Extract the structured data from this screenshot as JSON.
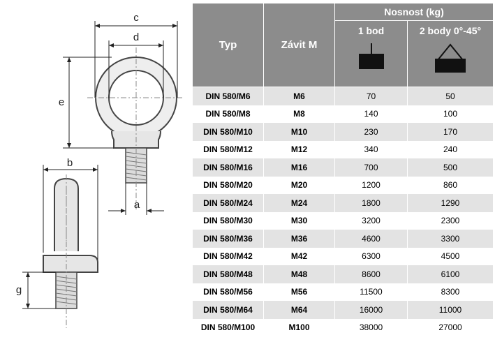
{
  "drawing": {
    "dim_labels": {
      "c": "c",
      "d": "d",
      "e": "e",
      "b": "b",
      "a": "a",
      "g": "g"
    }
  },
  "table": {
    "headers": {
      "type": "Typ",
      "thread": "Závit M",
      "load_capacity": "Nosnost (kg)",
      "one_point": "1 bod",
      "two_points": "2 body 0°-45°"
    },
    "rows": [
      {
        "type": "DIN 580/M6",
        "thread": "M6",
        "one_point": "70",
        "two_points": "50"
      },
      {
        "type": "DIN 580/M8",
        "thread": "M8",
        "one_point": "140",
        "two_points": "100"
      },
      {
        "type": "DIN 580/M10",
        "thread": "M10",
        "one_point": "230",
        "two_points": "170"
      },
      {
        "type": "DIN 580/M12",
        "thread": "M12",
        "one_point": "340",
        "two_points": "240"
      },
      {
        "type": "DIN 580/M16",
        "thread": "M16",
        "one_point": "700",
        "two_points": "500"
      },
      {
        "type": "DIN 580/M20",
        "thread": "M20",
        "one_point": "1200",
        "two_points": "860"
      },
      {
        "type": "DIN 580/M24",
        "thread": "M24",
        "one_point": "1800",
        "two_points": "1290"
      },
      {
        "type": "DIN 580/M30",
        "thread": "M30",
        "one_point": "3200",
        "two_points": "2300"
      },
      {
        "type": "DIN 580/M36",
        "thread": "M36",
        "one_point": "4600",
        "two_points": "3300"
      },
      {
        "type": "DIN 580/M42",
        "thread": "M42",
        "one_point": "6300",
        "two_points": "4500"
      },
      {
        "type": "DIN 580/M48",
        "thread": "M48",
        "one_point": "8600",
        "two_points": "6100"
      },
      {
        "type": "DIN 580/M56",
        "thread": "M56",
        "one_point": "11500",
        "two_points": "8300"
      },
      {
        "type": "DIN 580/M64",
        "thread": "M64",
        "one_point": "16000",
        "two_points": "11000"
      },
      {
        "type": "DIN 580/M100",
        "thread": "M100",
        "one_point": "38000",
        "two_points": "27000"
      }
    ]
  }
}
